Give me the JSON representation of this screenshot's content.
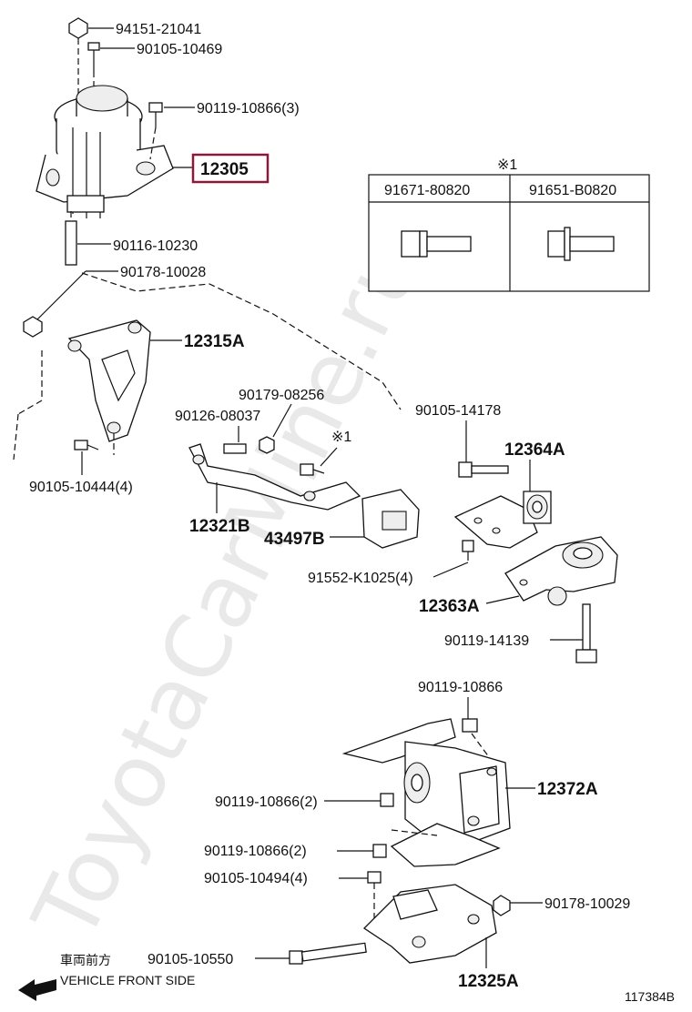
{
  "watermark": "ToyotaCarMine.ru",
  "highlight_color": "#8b1a3a",
  "callouts": {
    "p94151": "94151-21041",
    "p90105_10469": "90105-10469",
    "p90119_10866_3": "90119-10866(3)",
    "p12305": "12305",
    "p90116": "90116-10230",
    "p90178_10028": "90178-10028",
    "p12315A": "12315A",
    "p90105_10444": "90105-10444(4)",
    "p90179": "90179-08256",
    "p90126": "90126-08037",
    "note1_a": "※1",
    "p12321B": "12321B",
    "p43497B": "43497B",
    "p90105_14178": "90105-14178",
    "p12364A": "12364A",
    "p91552": "91552-K1025(4)",
    "p12363A": "12363A",
    "p90119_14139": "90119-14139",
    "p90119_10866": "90119-10866",
    "p12372A": "12372A",
    "p90119_10866_2a": "90119-10866(2)",
    "p90119_10866_2b": "90119-10866(2)",
    "p90105_10494": "90105-10494(4)",
    "p90178_10029": "90178-10029",
    "p90105_10550": "90105-10550",
    "p12325A": "12325A"
  },
  "table": {
    "note": "※1",
    "col1": "91671-80820",
    "col2": "91651-B0820"
  },
  "direction": {
    "jp": "車両前方",
    "en": "VEHICLE FRONT SIDE"
  },
  "diagram_id": "117384B"
}
